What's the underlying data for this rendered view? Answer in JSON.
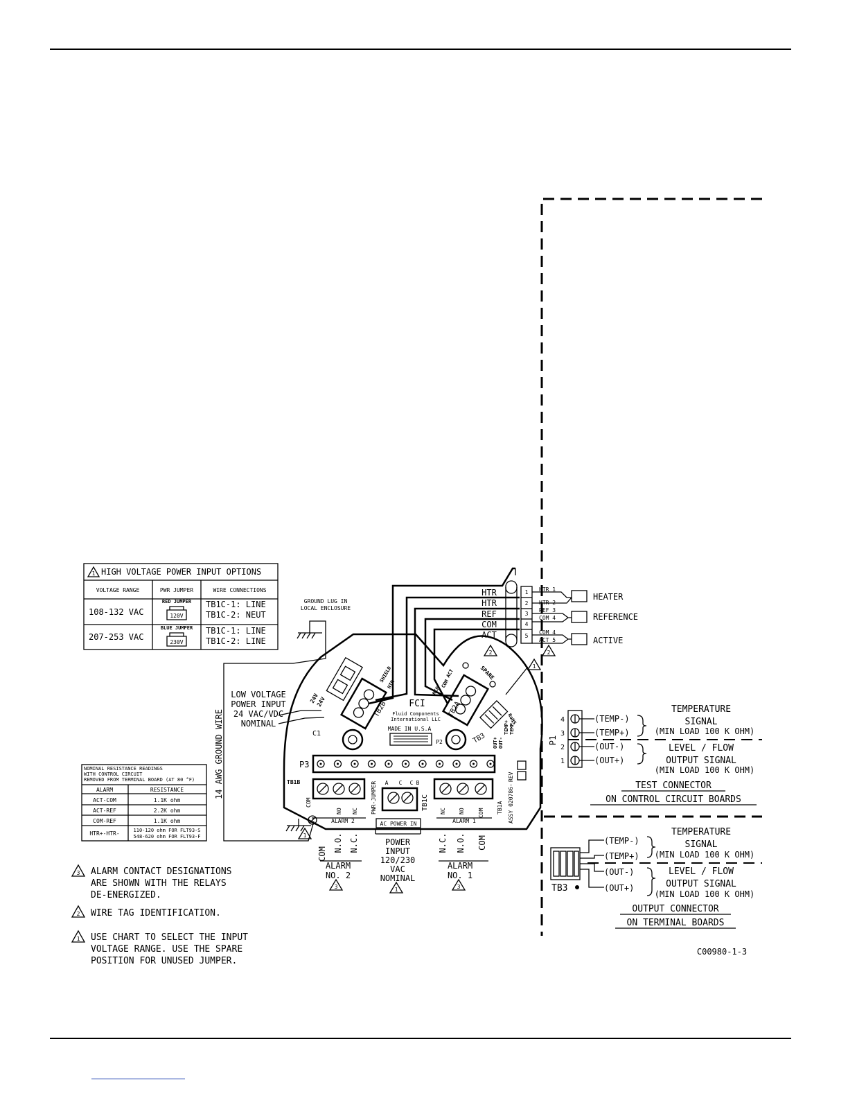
{
  "drawing_number": "C00980-1-3",
  "hv_table": {
    "title": "HIGH VOLTAGE POWER INPUT OPTIONS",
    "title_mark": "1",
    "headers": [
      "VOLTAGE RANGE",
      "PWR JUMPER",
      "WIRE CONNECTIONS"
    ],
    "rows": [
      {
        "range": "108-132 VAC",
        "jumper_label": "RED JUMPER",
        "jumper_value": "120V",
        "conn1": "TB1C-1: LINE",
        "conn2": "TB1C-2: NEUT"
      },
      {
        "range": "207-253 VAC",
        "jumper_label": "BLUE JUMPER",
        "jumper_value": "230V",
        "conn1": "TB1C-1: LINE",
        "conn2": "TB1C-2: LINE"
      }
    ]
  },
  "resistance_table": {
    "title1": "NOMINAL RESISTANCE READINGS",
    "title2": "WITH CONTROL CIRCUIT",
    "title3": "REMOVED FROM TERMINAL BOARD (AT 80 °F)",
    "headers": [
      "ALARM",
      "RESISTANCE"
    ],
    "rows": [
      {
        "alarm": "ACT-COM",
        "resistance": "1.1K ohm",
        "resistance2": ""
      },
      {
        "alarm": "ACT-REF",
        "resistance": "2.2K ohm",
        "resistance2": ""
      },
      {
        "alarm": "COM-REF",
        "resistance": "1.1K ohm",
        "resistance2": ""
      },
      {
        "alarm": "HTR+-HTR-",
        "resistance": "110-120 ohm FOR FLT93-S",
        "resistance2": "548-620 ohm FOR FLT93-F"
      }
    ]
  },
  "ground": {
    "lug1": "GROUND LUG IN",
    "lug2": "LOCAL ENCLOSURE",
    "wire": "14 AWG GROUND WIRE"
  },
  "low_voltage": {
    "l1": "LOW VOLTAGE",
    "l2": "POWER INPUT",
    "l3": "24 VAC/VDC",
    "l4": "NOMINAL"
  },
  "wires": {
    "labels": [
      "HTR",
      "HTR",
      "REF",
      "COM",
      "ACT"
    ],
    "positions": [
      "1",
      "2",
      "3",
      "4",
      "5"
    ],
    "tags": [
      "HTR 1",
      "HTR 2",
      "REF 3",
      "COM 4",
      "COM 4",
      "ACT 5"
    ],
    "sensors": [
      "HEATER",
      "REFERENCE",
      "ACTIVE"
    ],
    "tag_mark": "2"
  },
  "board": {
    "fci": "FCI",
    "fci_sub1": "Fluid Components",
    "fci_sub2": "International LLC",
    "made_in": "MADE IN U.S.A",
    "p2": "P2",
    "p3": "P3",
    "c1": "C1",
    "tb1b": "TB1B",
    "tb1a": "TB1A",
    "tb1c": "TB1C",
    "tb2b": "TB2B",
    "tb2a": "TB2A",
    "tb3": "TB3",
    "spare": "SPARE",
    "rohs": "RoHS",
    "rev": "REV",
    "assy": "ASSY 020786-",
    "pwr_jumper": "PWR-JUMPER",
    "ac_power_in": "AC POWER IN",
    "abc": [
      "A",
      "C",
      "C",
      "B"
    ],
    "tb1b_terms": [
      "COM",
      "NO",
      "NC"
    ],
    "tb1a_terms": [
      "NC",
      "NO",
      "COM"
    ],
    "alarm2_strip": "ALARM 2",
    "alarm1_strip": "ALARM 1",
    "tb2b_text": [
      "24V",
      "24V",
      "SHIELD",
      "HTR"
    ],
    "tb2a_text": [
      "ACT",
      "COM",
      "REF"
    ],
    "tb3_text": [
      "TEMP-",
      "TEMP+",
      "OUT-",
      "OUT+"
    ]
  },
  "bottom_labels": {
    "alarm2_terms": [
      "COM",
      "N.O.",
      "N.C."
    ],
    "alarm2": [
      "ALARM",
      "NO. 2"
    ],
    "power": [
      "POWER",
      "INPUT",
      "120/230",
      "VAC",
      "NOMINAL"
    ],
    "alarm1_terms": [
      "N.C.",
      "N.O.",
      "COM"
    ],
    "alarm1": [
      "ALARM",
      "NO. 1"
    ],
    "mark3": "3",
    "mark1": "1"
  },
  "notes": [
    {
      "mark": "3",
      "lines": [
        "ALARM CONTACT DESIGNATIONS",
        "ARE SHOWN WITH THE RELAYS",
        "DE-ENERGIZED."
      ]
    },
    {
      "mark": "2",
      "lines": [
        "WIRE TAG IDENTIFICATION."
      ]
    },
    {
      "mark": "1",
      "lines": [
        "USE CHART TO SELECT THE INPUT",
        "VOLTAGE RANGE. USE THE SPARE",
        "POSITION FOR UNUSED JUMPER."
      ]
    }
  ],
  "test_connector": {
    "pins": [
      "4",
      "3",
      "2",
      "1"
    ],
    "pin_labels": [
      "(TEMP-)",
      "(TEMP+)",
      "(OUT-)",
      "(OUT+)"
    ],
    "p1": "P1",
    "temp": [
      "TEMPERATURE",
      "SIGNAL",
      "(MIN LOAD 100 K OHM)"
    ],
    "level": [
      "LEVEL / FLOW",
      "OUTPUT SIGNAL",
      "(MIN LOAD 100 K OHM)"
    ],
    "caption": [
      "TEST CONNECTOR",
      "ON CONTROL CIRCUIT BOARDS"
    ]
  },
  "output_connector": {
    "pin_labels": [
      "(TEMP-)",
      "(TEMP+)",
      "(OUT-)",
      "(OUT+)"
    ],
    "tb3": "TB3",
    "temp": [
      "TEMPERATURE",
      "SIGNAL",
      "(MIN LOAD 100 K OHM)"
    ],
    "level": [
      "LEVEL / FLOW",
      "OUTPUT SIGNAL",
      "(MIN LOAD 100 K OHM)"
    ],
    "caption": [
      "OUTPUT CONNECTOR",
      "ON TERMINAL BOARDS"
    ]
  }
}
